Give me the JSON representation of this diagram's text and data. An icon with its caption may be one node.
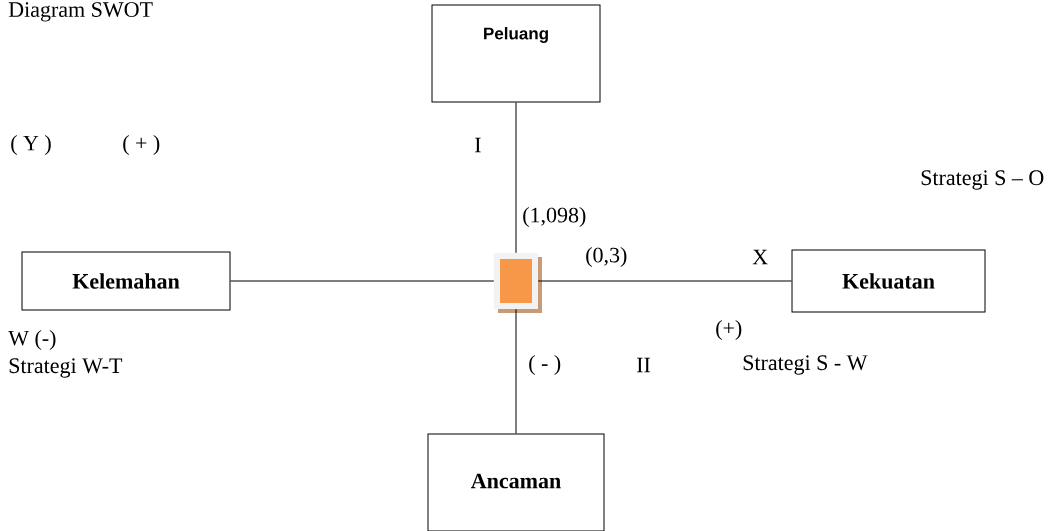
{
  "diagram": {
    "title": "Diagram SWOT",
    "nodes": [
      {
        "text": [
          "Peluang"
        ]
      },
      {
        "text": [
          "Kelemahan"
        ]
      },
      {
        "text": [],
        "shape": "box"
      },
      {
        "text": [
          "Kekuatan"
        ]
      },
      {
        "text": [
          "Ancaman"
        ]
      }
    ],
    "edges": [
      {
        "from": 0,
        "to": 2,
        "arrow": "none"
      },
      {
        "from": 1,
        "to": 2,
        "arrow": "none"
      },
      {
        "from": 2,
        "to": 3,
        "arrow": "none"
      },
      {
        "from": 2,
        "to": 4,
        "arrow": "none"
      }
    ],
    "labels": [
      "( Y )",
      "( + )",
      "I",
      "Strategi S – O",
      "(1,098)",
      "(0,3)",
      "X",
      "W (-)",
      "(+)",
      "Strategi W-T",
      "( - )",
      "II",
      "Strategi S - W"
    ]
  }
}
